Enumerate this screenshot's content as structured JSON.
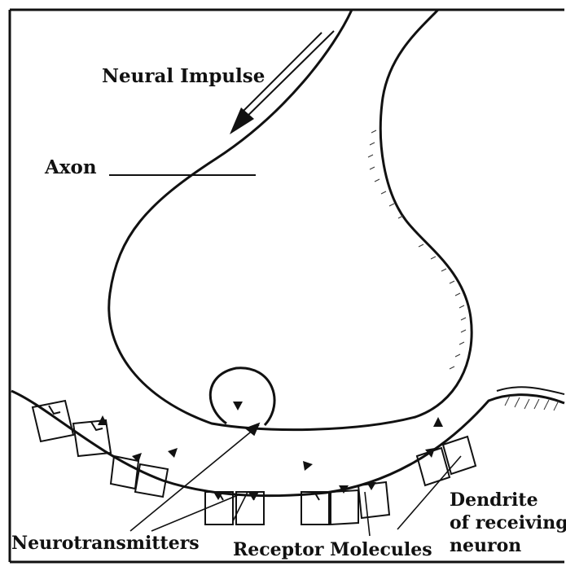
{
  "labels": {
    "neural_impulse": "Neural Impulse",
    "axon": "Axon",
    "neurotransmitters": "Neurotransmitters",
    "receptor_molecules": "Receptor Molecules",
    "dendrite": [
      "Dendrite",
      "of receiving",
      "neuron"
    ]
  },
  "colors": {
    "ink": "#111111",
    "background": "#ffffff"
  }
}
